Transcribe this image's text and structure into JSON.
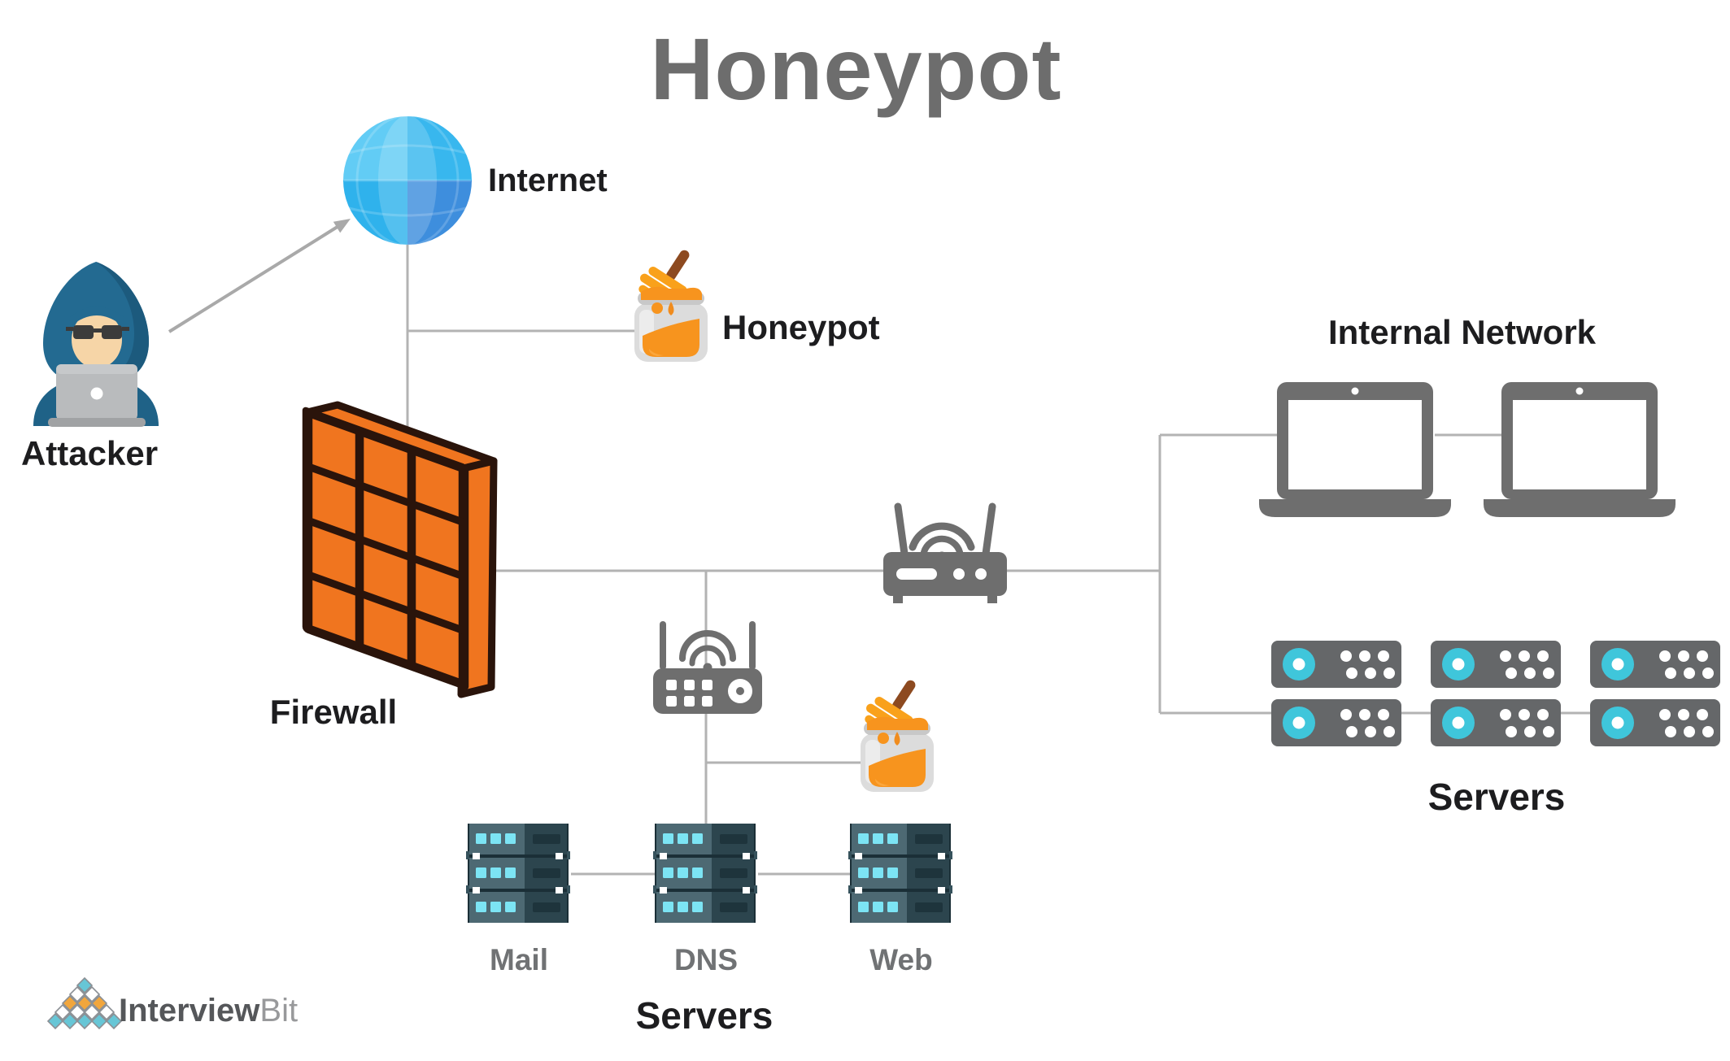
{
  "title": "Honeypot",
  "nodes": {
    "attacker": {
      "label": "Attacker"
    },
    "internet": {
      "label": "Internet"
    },
    "honeypot": {
      "label": "Honeypot"
    },
    "firewall": {
      "label": "Firewall"
    },
    "internal_network": {
      "label": "Internal Network"
    },
    "internal_servers": {
      "label": "Servers"
    },
    "mail": {
      "label": "Mail"
    },
    "dns": {
      "label": "DNS"
    },
    "web": {
      "label": "Web"
    },
    "dmz_servers": {
      "label": "Servers"
    }
  },
  "edges": [
    {
      "from": "attacker",
      "to": "internet",
      "type": "arrow"
    },
    {
      "from": "internet",
      "to": "firewall"
    },
    {
      "from": "internet",
      "to": "honeypot"
    },
    {
      "from": "firewall",
      "to": "wifi-router"
    },
    {
      "from": "wifi-router",
      "to": "internal-network-branch"
    },
    {
      "from": "firewall-link",
      "to": "dmz-router"
    },
    {
      "from": "dmz-router",
      "to": "honeypot-2"
    },
    {
      "from": "dmz-router",
      "to": "dns"
    },
    {
      "from": "mail",
      "to": "dns"
    },
    {
      "from": "dns",
      "to": "web"
    },
    {
      "from": "internal-network-branch",
      "to": "laptop-1"
    },
    {
      "from": "laptop-1",
      "to": "laptop-2"
    },
    {
      "from": "internal-network-branch",
      "to": "internal-servers"
    }
  ],
  "logo": {
    "interview": "Interview",
    "bit": "Bit"
  },
  "colors": {
    "line": "#b3b3b3",
    "arrow": "#a9a9a9",
    "title_text": "#6d6d6d",
    "label_text": "#1d1d1f",
    "muted_label_text": "#707274",
    "device_gray": "#6e6e6e",
    "firewall_orange": "#f0751f",
    "firewall_outline": "#2a140b",
    "honey_orange": "#f7941e",
    "dipper_amber": "#f9a11b",
    "globe_blue_light": "#62ccf5",
    "globe_blue_mid": "#38b7ee",
    "globe_blue_dark": "#3e8edd",
    "hood_blue": "#236a91",
    "skin": "#f6d5a7",
    "server_teal_light": "#4d6973",
    "server_teal_dark": "#2c454e",
    "cyan_accent": "#3fc6db",
    "cyan_square": "#7ce4f4",
    "logo_teal": "#67c6d6",
    "logo_orange": "#f1a63d"
  }
}
